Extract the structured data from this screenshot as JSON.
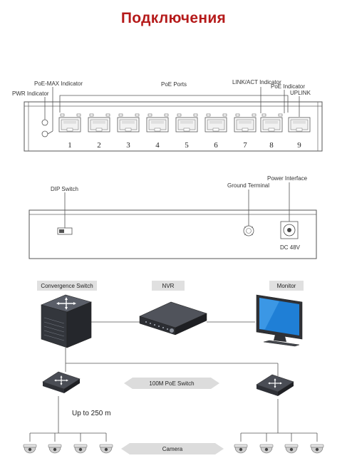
{
  "title": "Подключения",
  "front_panel": {
    "labels": {
      "pwr": "PWR Indicator",
      "poe_max": "PoE-MAX Indicator",
      "poe_ports": "PoE Ports",
      "link_act": "LINK/ACT Indicator",
      "poe_indicator": "PoE Indicator",
      "uplink": "UPLINK"
    },
    "ports": [
      "1",
      "2",
      "3",
      "4",
      "5",
      "6",
      "7",
      "8",
      "9"
    ]
  },
  "rear_panel": {
    "labels": {
      "dip": "DIP Switch",
      "ground": "Ground Terminal",
      "power": "Power Interface",
      "dc": "DC 48V"
    }
  },
  "network": {
    "convergence": "Convergence Switch",
    "nvr": "NVR",
    "monitor": "Monitor",
    "poe_switch": "100M PoE Switch",
    "distance": "Up to 250 m",
    "camera": "Camera"
  }
}
